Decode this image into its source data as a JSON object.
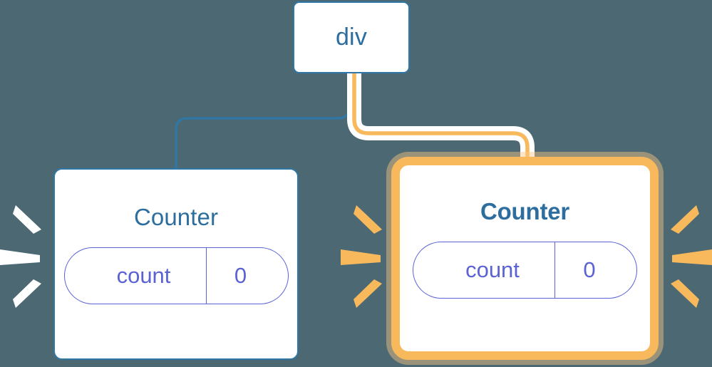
{
  "diagram": {
    "type": "component-tree",
    "background_color": "#4c6973",
    "root": {
      "label": "div"
    },
    "children": [
      {
        "id": "counter-left",
        "title": "Counter",
        "highlighted": false,
        "state": {
          "key": "count",
          "value": "0"
        },
        "title_color": "#2d6e9e",
        "border_color": "#2f77a7",
        "state_color": "#5b63d3",
        "sparkle_color": "#ffffff"
      },
      {
        "id": "counter-right",
        "title": "Counter",
        "highlighted": true,
        "state": {
          "key": "count",
          "value": "0"
        },
        "title_color": "#2d6e9e",
        "border_color": "#f8b95c",
        "state_color": "#5b63d3",
        "sparkle_color": "#f8b95c"
      }
    ],
    "edges": [
      {
        "from": "div",
        "to": "counter-left",
        "color": "#2f77a7",
        "style": "thin"
      },
      {
        "from": "div",
        "to": "counter-right",
        "color": "#f8b95c",
        "style": "thick-halo"
      }
    ]
  }
}
